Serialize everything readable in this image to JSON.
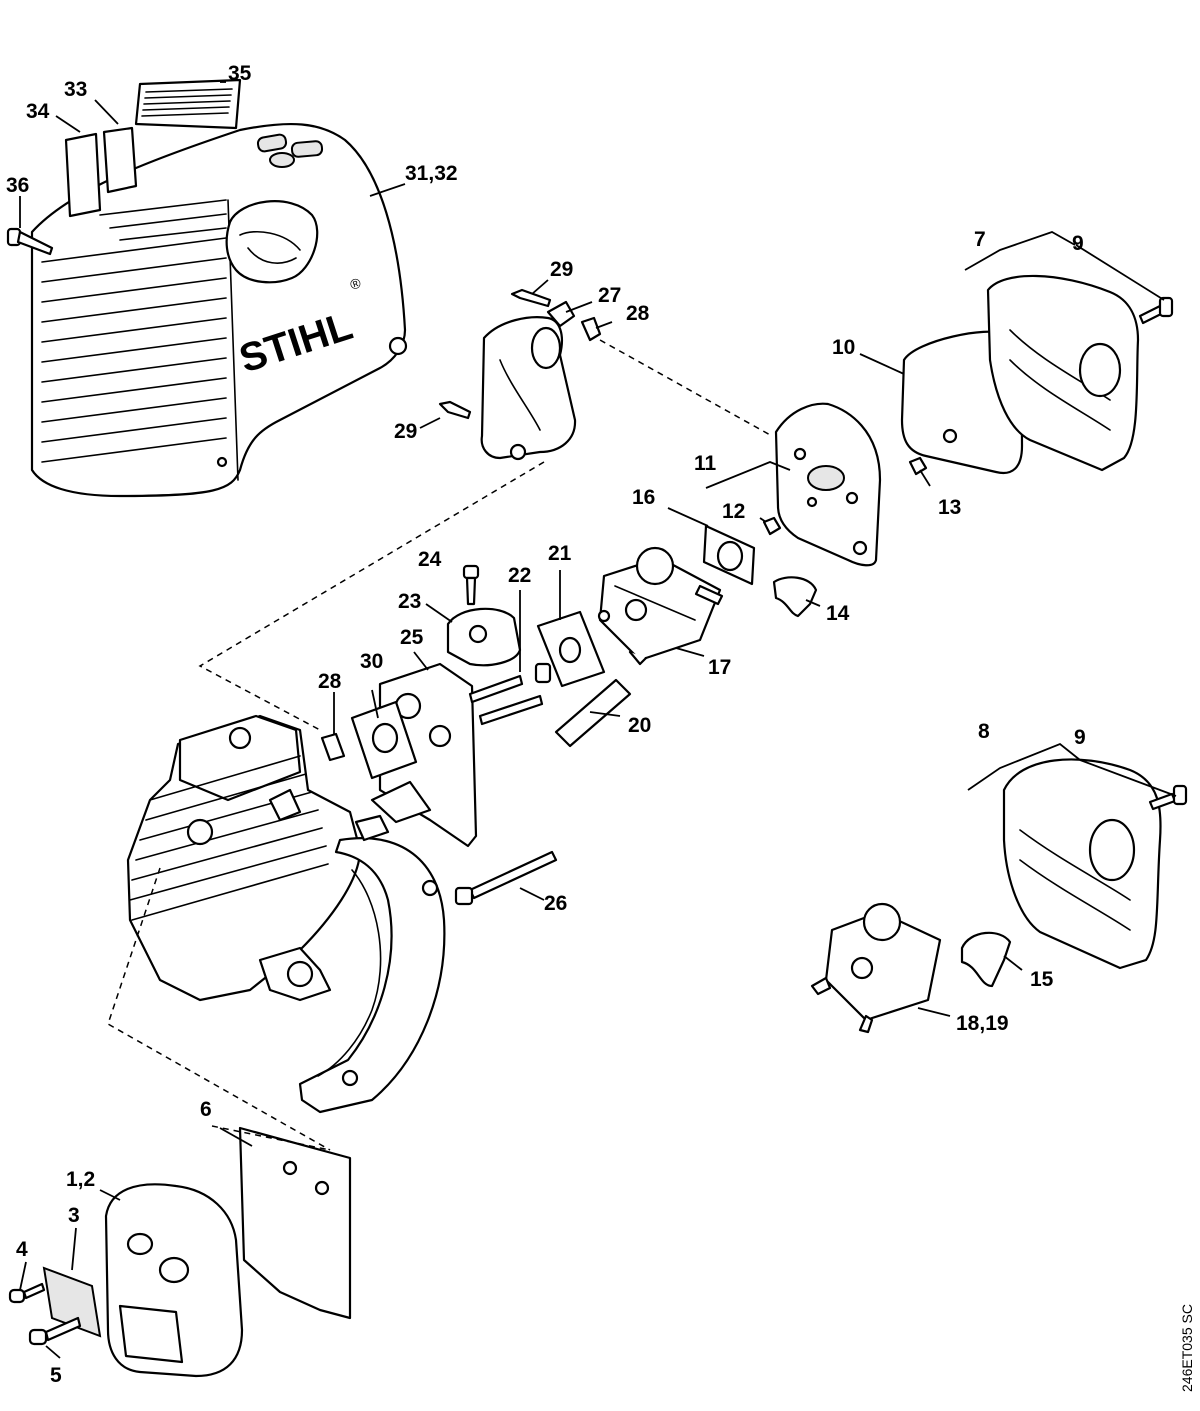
{
  "brand_logo": "STIHL",
  "reference_code": "246ET035 SC",
  "callouts": {
    "c31_32": "31,32",
    "c33": "33",
    "c34": "34",
    "c35": "35",
    "c36": "36",
    "c7": "7",
    "c9a": "9",
    "c10": "10",
    "c11": "11",
    "c12": "12",
    "c13": "13",
    "c14": "14",
    "c16": "16",
    "c17": "17",
    "c20": "20",
    "c21": "21",
    "c22": "22",
    "c23": "23",
    "c24": "24",
    "c25": "25",
    "c26": "26",
    "c27": "27",
    "c28a": "28",
    "c28b": "28",
    "c29a": "29",
    "c29b": "29",
    "c30": "30",
    "c8": "8",
    "c9b": "9",
    "c15": "15",
    "c18_19": "18,19",
    "c6": "6",
    "c1_2": "1,2",
    "c3": "3",
    "c4": "4",
    "c5": "5"
  }
}
